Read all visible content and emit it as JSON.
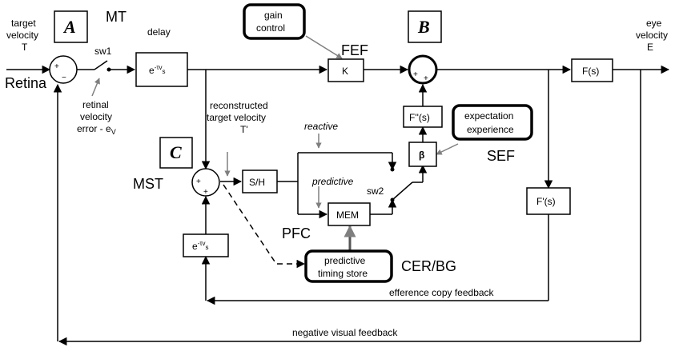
{
  "panels": {
    "a": "A",
    "b": "B",
    "c": "C"
  },
  "regions": {
    "mt": "MT",
    "fef": "FEF",
    "mst": "MST",
    "pfc": "PFC",
    "sef": "SEF",
    "cer_bg": "CER/BG"
  },
  "signals": {
    "target_velocity_line1": "target",
    "target_velocity_line2": "velocity",
    "target_velocity_line3": "T",
    "retina": "Retina",
    "eye_velocity_line1": "eye",
    "eye_velocity_line2": "velocity",
    "eye_velocity_line3": "E",
    "retinal_error_line1": "retinal",
    "retinal_error_line2": "velocity",
    "retinal_error_line3": "error - e",
    "retinal_error_sub": "V",
    "reconstructed_line1": "reconstructed",
    "reconstructed_line2": "target velocity",
    "reconstructed_line3": "T'",
    "delay": "delay",
    "reactive": "reactive",
    "predictive": "predictive",
    "efference_copy": "efference copy feedback",
    "negative_visual": "negative visual feedback"
  },
  "switches": {
    "sw1": "sw1",
    "sw2": "sw2"
  },
  "blocks": {
    "delay_top": "e",
    "delay_top_sup": "-τ",
    "delay_top_sup2": "v",
    "delay_top_sup3": "s",
    "k": "K",
    "fs": "F(s)",
    "f2s": "F''(s)",
    "beta": "β",
    "f1s": "F'(s)",
    "sh": "S/H",
    "mem": "MEM",
    "delay_low": "e",
    "delay_low_sup": "-τ",
    "delay_low_sup2": "v",
    "delay_low_sup3": "s"
  },
  "rounded_blocks": {
    "gain_line1": "gain",
    "gain_line2": "control",
    "expect_line1": "expectation",
    "expect_line2": "experience",
    "store_line1": "predictive",
    "store_line2": "timing store"
  },
  "signs": {
    "plus": "+",
    "minus": "−"
  }
}
